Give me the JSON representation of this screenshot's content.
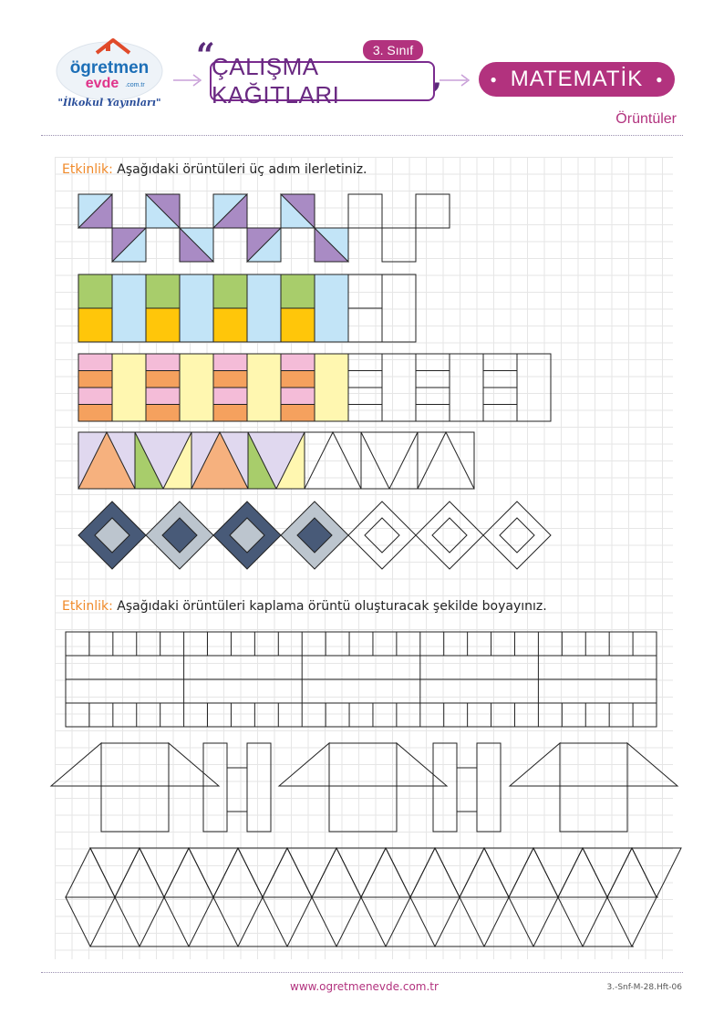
{
  "header": {
    "logo_name": "ögretmen",
    "logo_name2": "evde",
    "logo_domain": ".com.tr",
    "logo_tagline": "\"İlkokul Yayınları\"",
    "grade_badge": "3. Sınıf",
    "title": "ÇALIŞMA KAĞITLARI",
    "subject": "MATEMATİK",
    "topic": "Örüntüler"
  },
  "activity1": {
    "label": "Etkinlik:",
    "text": "Aşağıdaki örüntüleri üç adım ilerletiniz."
  },
  "activity2": {
    "label": "Etkinlik:",
    "text": "Aşağıdaki örüntüleri kaplama örüntü oluşturacak şekilde boyayınız."
  },
  "footer": {
    "url": "www.ogretmenevde.com.tr",
    "code": "3.-Snf-M-28.Hft-06"
  },
  "colors": {
    "purple": "#a98bc4",
    "light_blue": "#c2e4f7",
    "green": "#a8cd6b",
    "yellow": "#ffc60a",
    "pink": "#f4bcd8",
    "orange": "#f5a15e",
    "light_yellow": "#fff7b0",
    "lavender": "#e0d8ef",
    "peach": "#f6b17e",
    "dark_navy": "#485a78",
    "gray_blue": "#bcc5ce",
    "brand_magenta": "#b2327e",
    "label_orange": "#f08a2a"
  }
}
